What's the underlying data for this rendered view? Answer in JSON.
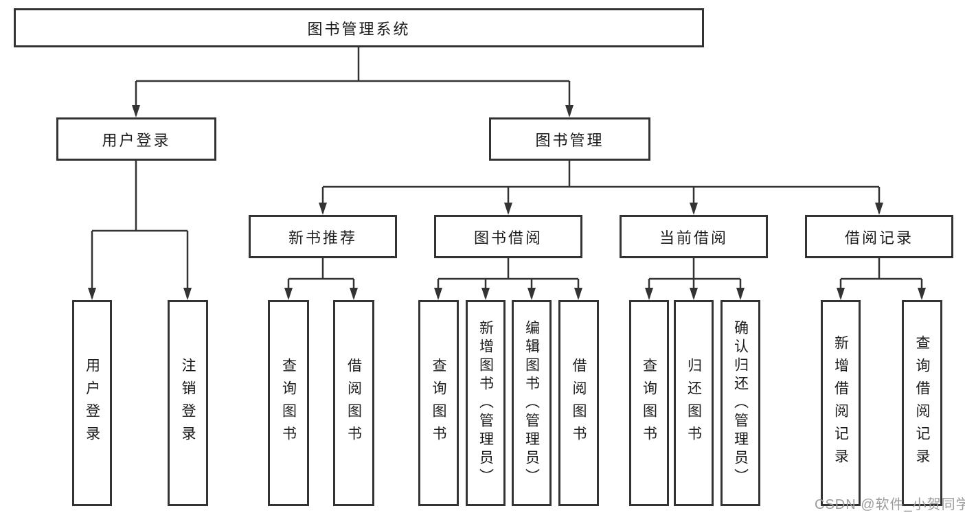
{
  "tree": {
    "label": "图书管理系统",
    "children": [
      {
        "label": "用户登录",
        "children": [
          {
            "label": "用户登录"
          },
          {
            "label": "注销登录"
          }
        ]
      },
      {
        "label": "图书管理",
        "children": [
          {
            "label": "新书推荐",
            "children": [
              {
                "label": "查询图书"
              },
              {
                "label": "借阅图书"
              }
            ]
          },
          {
            "label": "图书借阅",
            "children": [
              {
                "label": "查询图书"
              },
              {
                "label": "新增图书（管理员）"
              },
              {
                "label": "编辑图书（管理员）"
              },
              {
                "label": "借阅图书"
              }
            ]
          },
          {
            "label": "当前借阅",
            "children": [
              {
                "label": "查询图书"
              },
              {
                "label": "归还图书"
              },
              {
                "label": "确认归还（管理员）"
              }
            ]
          },
          {
            "label": "借阅记录",
            "children": [
              {
                "label": "新增借阅记录"
              },
              {
                "label": "查询借阅记录"
              }
            ]
          }
        ]
      }
    ]
  },
  "watermark": {
    "text": "CSDN @软件_小贺同学"
  },
  "colors": {
    "line": "#333333",
    "box_border": "#333333",
    "text": "#1c1c1c",
    "background": "#ffffff",
    "watermark": "#9c9c9c"
  }
}
